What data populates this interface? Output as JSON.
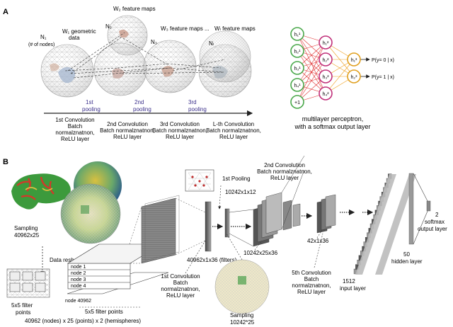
{
  "panel_a": {
    "label": "A",
    "w2_title": "W₂ feature maps",
    "n2": "N₂",
    "n1_line1": "N₁",
    "n1_line2": "(# of nodes)",
    "w1_line1": "W₁ geometric",
    "w1_line2": "data",
    "n3": "N₃",
    "w3_title": "W₃ feature maps ...",
    "nl": "Nₗ",
    "wl_title": "Wₗ feature maps",
    "pool1_line1": "1st",
    "pool1_line2": "pooling",
    "pool2_line1": "2nd",
    "pool2_line2": "pooling",
    "pool3_line1": "3rd",
    "pool3_line2": "pooling",
    "conv1": [
      "1st Convolution",
      "Batch",
      "normalznatnon,",
      "ReLU layer"
    ],
    "conv2": [
      "2nd Convolution",
      "Batch normalznatnon,",
      "ReLU layer"
    ],
    "conv3": [
      "3rd Convolution",
      "Batch normalznatnon,",
      "ReLU layer"
    ],
    "convl": [
      "L-th Convolution",
      "Batch normalznatnon,",
      "ReLU layer"
    ],
    "mlp_line1": "multilayer perceptron,",
    "mlp_line2": "with a softmax output layer",
    "input_nodes": [
      "h₁¹",
      "h₂¹",
      "h₃¹",
      "h₄¹",
      "+1"
    ],
    "hidden_nodes": [
      "h₁²",
      "h₂²",
      "h₃²",
      "h₄²"
    ],
    "output_nodes": [
      "h₁³",
      "h₂³"
    ],
    "output_labels": [
      "P(y= 0 | x)",
      "P(y= 1 | x)"
    ]
  },
  "panel_b": {
    "label": "B",
    "sampling1_line1": "Sampling",
    "sampling1_line2": "40962x25",
    "data_reshaping": "Data reshaping",
    "node_rows": [
      "node 1",
      "node 2",
      "node 3",
      "node 4"
    ],
    "node_last": "node 40962",
    "filter_line1": "5x5 filter",
    "filter_line2": "points",
    "filter_points": "5x5 filter points",
    "bottom_dims": "40962 (nodes) x 25 (points) x 2 (hemispheres)",
    "conv1_dims": "40962x1x36 (filters)",
    "conv1": [
      "1st Convolution",
      "Batch",
      "normalznatnon,",
      "ReLU layer"
    ],
    "pool1": "1st Pooling",
    "pool1_dims": "10242x1x12",
    "conv2": [
      "2nd Convolution",
      "Batch normalznatnon,",
      "ReLU layer"
    ],
    "conv2_dims": "10242x25x36",
    "sampling2_line1": "Sampling",
    "sampling2_line2": "10242*25",
    "conv5_dims": "42x1x36",
    "conv5": [
      "5th Convolution",
      "Batch",
      "normalznatnon,",
      "ReLU layer"
    ],
    "input_count": "1512",
    "input_layer": "input layer",
    "hidden_count": "50",
    "hidden_layer": "hidden layer",
    "output_count": "2",
    "output_line1": "softmax",
    "output_line2": "output layer"
  },
  "colors": {
    "node_input": "#49a84a",
    "node_hidden": "#c0307a",
    "node_output": "#e0a020",
    "edge_red": "#e03030",
    "edge_orange": "#f0a020",
    "pooling_text": "#3a2f8a",
    "brain_green": "#3c9a3c",
    "brain_red": "#d03a2a"
  }
}
